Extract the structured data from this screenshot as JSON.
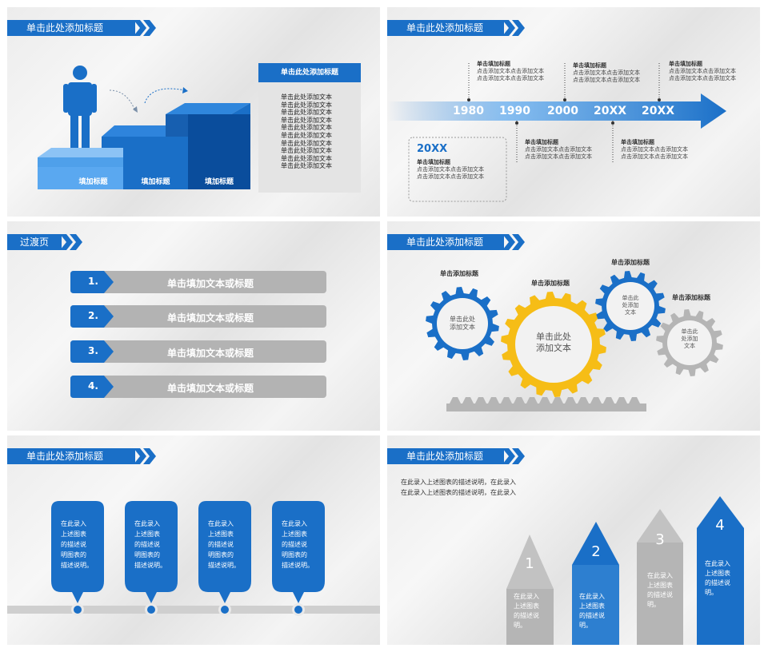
{
  "colors": {
    "blue": "#1a6fc7",
    "dark_blue": "#0a4d9c",
    "light_blue": "#5aa8f0",
    "gray": "#b5b5b5",
    "yellow": "#f6bd16"
  },
  "slide1": {
    "title": "单击此处添加标题",
    "steps": [
      "填加标题",
      "填加标题",
      "填加标题"
    ],
    "box_title": "单击此处添加标题",
    "box_lines": [
      "单击此处添加文本",
      "单击此处添加文本",
      "单击此处添加文本",
      "单击此处添加文本",
      "单击此处添加文本",
      "单击此处添加文本",
      "单击此处添加文本",
      "单击此处添加文本",
      "单击此处添加文本",
      "单击此处添加文本"
    ],
    "icons": [
      "person-icon",
      "dashed-arrow-icon"
    ]
  },
  "slide2": {
    "title": "单击此处添加标题",
    "years": [
      "1980",
      "1990",
      "2000",
      "20XX",
      "20XX"
    ],
    "top_items": [
      {
        "heading": "单击填加标题",
        "lines": [
          "点击添加文本点击添加文本",
          "点击添加文本点击添加文本"
        ]
      },
      {
        "heading": "单击填加标题",
        "lines": [
          "点击添加文本点击添加文本",
          "点击添加文本点击添加文本"
        ]
      },
      {
        "heading": "单击填加标题",
        "lines": [
          "点击添加文本点击添加文本",
          "点击添加文本点击添加文本"
        ]
      }
    ],
    "bottom_items": [
      {
        "heading": "单击填加标题",
        "lines": [
          "点击添加文本点击添加文本",
          "点击添加文本点击添加文本"
        ]
      },
      {
        "heading": "单击填加标题",
        "lines": [
          "点击添加文本点击添加文本",
          "点击添加文本点击添加文本"
        ]
      }
    ],
    "card": {
      "year": "20XX",
      "heading": "单击填加标题",
      "lines": [
        "点击添加文本点击添加文本",
        "点击添加文本点击添加文本"
      ]
    }
  },
  "slide3": {
    "title": "过渡页",
    "items": [
      {
        "num": "1.",
        "label": "单击填加文本或标题"
      },
      {
        "num": "2.",
        "label": "单击填加文本或标题"
      },
      {
        "num": "3.",
        "label": "单击填加文本或标题"
      },
      {
        "num": "4.",
        "label": "单击填加文本或标题"
      }
    ]
  },
  "slide4": {
    "title": "单击此处添加标题",
    "gears": [
      {
        "label": "单击添加标题",
        "text": [
          "单击此处",
          "添加文本"
        ],
        "color": "#1a6fc7"
      },
      {
        "label": "单击添加标题",
        "text": [
          "单击此处",
          "添加文本"
        ],
        "color": "#f6bd16"
      },
      {
        "label": "单击添加标题",
        "text": [
          "单击此",
          "处添加",
          "文本"
        ],
        "color": "#1a6fc7"
      },
      {
        "label": "单击添加标题",
        "text": [
          "单击此",
          "处添加",
          "文本"
        ],
        "color": "#b5b5b5"
      }
    ]
  },
  "slide5": {
    "title": "单击此处添加标题",
    "bubbles": [
      [
        "在此录入",
        "上述图表",
        "的描述说",
        "明图表的",
        "描述说明。"
      ],
      [
        "在此录入",
        "上述图表",
        "的描述说",
        "明图表的",
        "描述说明。"
      ],
      [
        "在此录入",
        "上述图表",
        "的描述说",
        "明图表的",
        "描述说明。"
      ],
      [
        "在此录入",
        "上述图表",
        "的描述说",
        "明图表的",
        "描述说明。"
      ]
    ]
  },
  "slide6": {
    "title": "单击此处添加标题",
    "desc": [
      "在此录入上述图表的描述说明，在此录入",
      "在此录入上述图表的描述说明，在此录入"
    ],
    "arrows": [
      {
        "num": "1",
        "text": [
          "在此录入",
          "上述图表",
          "的描述说",
          "明。"
        ],
        "color": "#b5b5b5"
      },
      {
        "num": "2",
        "text": [
          "在此录入",
          "上述图表",
          "的描述说",
          "明。"
        ],
        "color": "#1a6fc7"
      },
      {
        "num": "3",
        "text": [
          "在此录入",
          "上述图表",
          "的描述说",
          "明。"
        ],
        "color": "#b5b5b5"
      },
      {
        "num": "4",
        "text": [
          "在此录入",
          "上述图表",
          "的描述说",
          "明。"
        ],
        "color": "#1a6fc7"
      }
    ]
  }
}
